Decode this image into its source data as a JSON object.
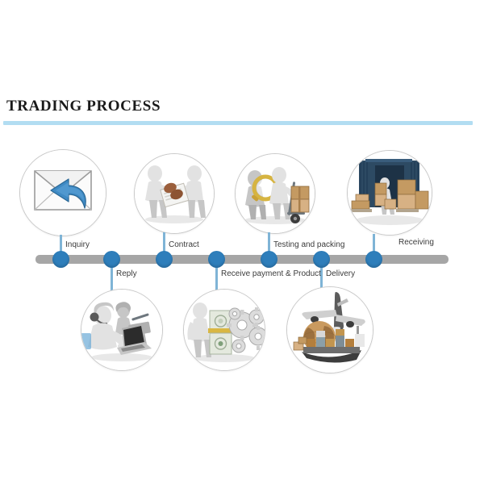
{
  "page": {
    "title": "TRADING PROCESS",
    "background_color": "#ffffff",
    "rule_color": "#b2ddf2"
  },
  "timeline": {
    "bar_color": "#a6a6a6",
    "dot_color": "#2e7ebb",
    "connector_color": "#7fb4d6",
    "steps": [
      {
        "index": 1,
        "label": "Inquiry",
        "position": "above",
        "icon": "envelope-reply-icon",
        "description": "Envelope with blue reply arrow"
      },
      {
        "index": 2,
        "label": "Reply",
        "position": "below",
        "icon": "call-center-headset-icon",
        "description": "Figures with headsets working at laptops"
      },
      {
        "index": 3,
        "label": "Contract",
        "position": "above",
        "icon": "handshake-contract-icon",
        "description": "Two figures shaking hands over a contract document"
      },
      {
        "index": 4,
        "label": "Receive payment & Product",
        "position": "below",
        "icon": "payment-gears-icon",
        "description": "Figure with banknotes and gears"
      },
      {
        "index": 5,
        "label": "Testing and packing",
        "position": "above",
        "icon": "inspection-handtruck-icon",
        "description": "Figure with magnifying glass inspecting, figure with hand truck and boxes"
      },
      {
        "index": 6,
        "label": "Delivery",
        "position": "below",
        "icon": "airplane-globe-ship-icon",
        "description": "Airplane over globe with cargo ship"
      },
      {
        "index": 7,
        "label": "Receiving",
        "position": "above",
        "icon": "shipping-container-icon",
        "description": "Shipping container loaded with cardboard boxes"
      }
    ]
  }
}
